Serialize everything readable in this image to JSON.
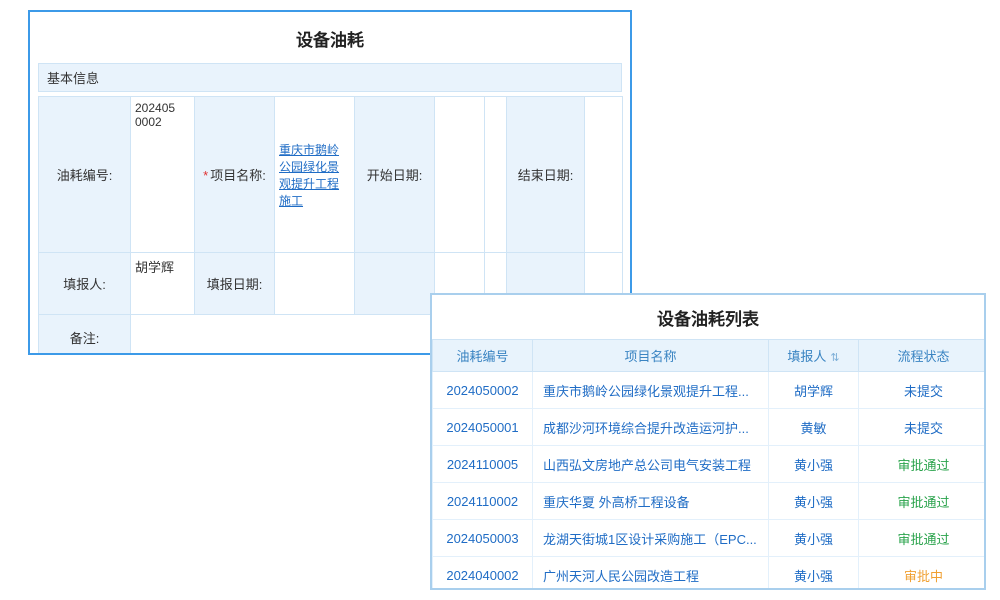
{
  "form_panel": {
    "title": "设备油耗",
    "section_header": "基本信息",
    "fuel_no": {
      "label": "油耗编号:",
      "value": "2024050002"
    },
    "project": {
      "label": "项目名称:",
      "required_mark": "*",
      "value": "重庆市鹅岭公园绿化景观提升工程施工"
    },
    "start_date": {
      "label": "开始日期:",
      "value": ""
    },
    "end_date": {
      "label": "结束日期:",
      "value": ""
    },
    "filler": {
      "label": "填报人:",
      "value": "胡学辉"
    },
    "fill_date": {
      "label": "填报日期:",
      "value": ""
    },
    "remark": {
      "label": "备注:",
      "value": ""
    }
  },
  "list_panel": {
    "title": "设备油耗列表",
    "columns": [
      "油耗编号",
      "项目名称",
      "填报人",
      "流程状态"
    ],
    "sort_icon": "⇅",
    "rows": [
      {
        "fuel_no": "2024050002",
        "project": "重庆市鹅岭公园绿化景观提升工程...",
        "filler": "胡学辉",
        "status": "未提交",
        "status_type": "unsubmitted"
      },
      {
        "fuel_no": "2024050001",
        "project": "成都沙河环境综合提升改造运河护...",
        "filler": "黄敏",
        "status": "未提交",
        "status_type": "unsubmitted"
      },
      {
        "fuel_no": "2024110005",
        "project": "山西弘文房地产总公司电气安装工程",
        "filler": "黄小强",
        "status": "审批通过",
        "status_type": "approved"
      },
      {
        "fuel_no": "2024110002",
        "project": "重庆华夏 外高桥工程设备",
        "filler": "黄小强",
        "status": "审批通过",
        "status_type": "approved"
      },
      {
        "fuel_no": "2024050003",
        "project": "龙湖天街城1区设计采购施工（EPC...",
        "filler": "黄小强",
        "status": "审批通过",
        "status_type": "approved"
      },
      {
        "fuel_no": "2024040002",
        "project": "广州天河人民公园改造工程",
        "filler": "黄小强",
        "status": "审批中",
        "status_type": "reviewing"
      }
    ]
  },
  "colors": {
    "form_border": "#3c9ae8",
    "list_border": "#a9cfed",
    "section_bg": "#e9f3fc",
    "header_bg": "#e8f3fc",
    "link_blue": "#1f6cc5",
    "header_text": "#3a84c2",
    "required_red": "#e03030",
    "status": {
      "unsubmitted": "#1f6cc5",
      "approved": "#2aa34c",
      "reviewing": "#f0a032"
    }
  }
}
